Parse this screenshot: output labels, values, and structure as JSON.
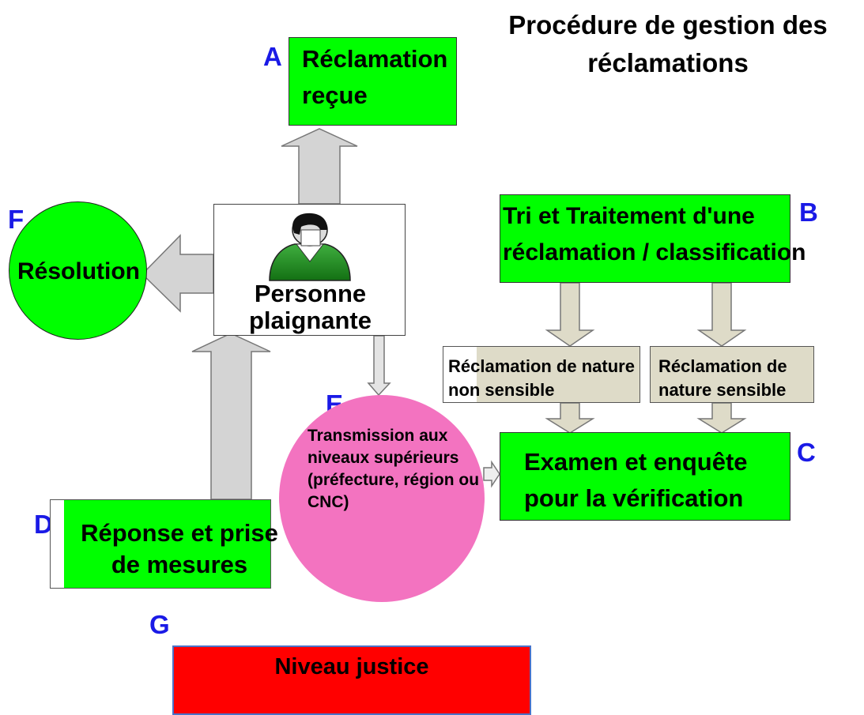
{
  "title": "Procédure de gestion des réclamations",
  "colors": {
    "green": "#00ff00",
    "pink": "#f373c0",
    "red": "#ff0000",
    "letter_blue": "#1a1ae6",
    "arrow_grey": "#d4d4d4",
    "arrow_beige": "#dedbc8"
  },
  "nodes": {
    "a": {
      "letter": "A",
      "label": "Réclamation reçue"
    },
    "b": {
      "letter": "B",
      "label": "Tri et Traitement d'une réclamation / classification"
    },
    "c": {
      "letter": "C",
      "label": "Examen et enquête pour la vérification"
    },
    "d": {
      "letter": "D",
      "label": "Réponse et prise de mesures"
    },
    "e": {
      "letter": "E",
      "label": "Transmission aux niveaux supérieurs (préfecture, région ou CNC)"
    },
    "f": {
      "letter": "F",
      "label": "Résolution"
    },
    "g": {
      "letter": "G",
      "label": "Niveau justice"
    },
    "person": {
      "label": "Personne plaignante",
      "icon": "person-icon"
    },
    "non_sensitive": {
      "label": "Réclamation de nature non sensible"
    },
    "sensitive": {
      "label": "Réclamation de nature sensible"
    }
  }
}
